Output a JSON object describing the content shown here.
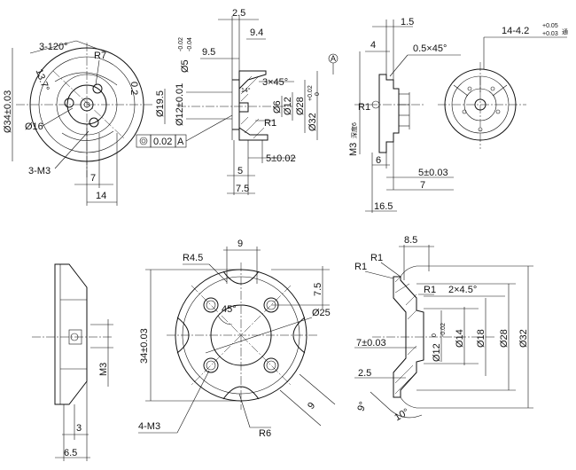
{
  "views": {
    "front": {
      "pattern": "3-120°",
      "radius": "R7",
      "angle": "13.7°",
      "chamfer": "0.2",
      "dia_outer": "Ø34±0.03",
      "dia_16": "Ø16",
      "holes": "3-M3",
      "dim_7": "7",
      "dim_14": "14"
    },
    "section_top": {
      "dim_25": "2.5",
      "dim_94": "9.4",
      "dim_95": "9.5",
      "dia5": "Ø5",
      "dia5_tol_upper": "-0.02",
      "dia5_tol_lower": "-0.04",
      "chamfer": "3×45°",
      "angle14": "14°",
      "dia195": "Ø19.5",
      "dia12": "Ø12±0.01",
      "dia6": "Ø6",
      "dia12b": "Ø12",
      "dia28": "Ø28",
      "dia32": "Ø32",
      "dia32_tol_upper": "+0.02",
      "dia32_tol_lower": "0",
      "r1": "R1",
      "dim_5_tol": "5±0.02",
      "dim_5": "5",
      "dim_75": "7.5",
      "runout_value": "0.02",
      "datum": "A"
    },
    "side_right": {
      "dim_15": "1.5",
      "dim_4": "4",
      "chamfer": "0.5×45°",
      "datum": "A",
      "thread": "M3",
      "thread_note": "深度6",
      "dim_6": "6",
      "dim_5_tol": "5±0.03",
      "dim_7": "7",
      "dim_165": "16.5",
      "r1": "R1"
    },
    "top_right": {
      "holes_note": "14-4.2",
      "tol_upper": "+0.05",
      "tol_lower": "+0.03",
      "depth": "通"
    },
    "bottom_left": {
      "thread": "M3",
      "dim_3": "3",
      "dim_65": "6.5"
    },
    "bottom_center": {
      "r45": "R4.5",
      "dim_9": "9",
      "dim_75": "7.5",
      "angle45": "45°",
      "dia25": "Ø25",
      "dim_34": "34±0.03",
      "holes": "4-M3",
      "r6": "R6",
      "dim_9b": "9"
    },
    "bottom_right": {
      "dim_85": "8.5",
      "r1a": "R1",
      "r1b": "R1",
      "r1c": "R1",
      "chamfer": "2×4.5°",
      "dia12": "Ø12",
      "dia12_tol_upper": "0",
      "dia12_tol_lower": "-0.02",
      "dia14": "Ø14",
      "dia18": "Ø18",
      "dia28": "Ø28",
      "dia32": "Ø32",
      "dim_7": "7±0.03",
      "dim_25": "2.5",
      "angle9": "9°",
      "angle10": "10°"
    }
  }
}
